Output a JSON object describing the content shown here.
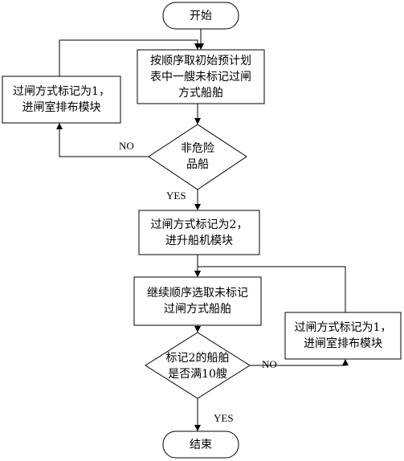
{
  "nodes": {
    "start": "开始",
    "step1": "按顺序取初始预计划\n表中一艘未标记过闸\n方式船舶",
    "left_box": "过闸方式标记为1，\n进闸室排布模块",
    "decision1": "非危险\n品船",
    "step2": "过闸方式标记为2，\n进升船机模块",
    "step3": "继续顺序选取未标记\n过闸方式船舶",
    "right_box": "过闸方式标记为1，\n进闸室排布模块",
    "decision2": "标记2的船舶\n是否满10艘",
    "end": "结束"
  },
  "edge_labels": {
    "no1": "NO",
    "yes1": "YES",
    "no2": "NO",
    "yes2": "YES"
  }
}
